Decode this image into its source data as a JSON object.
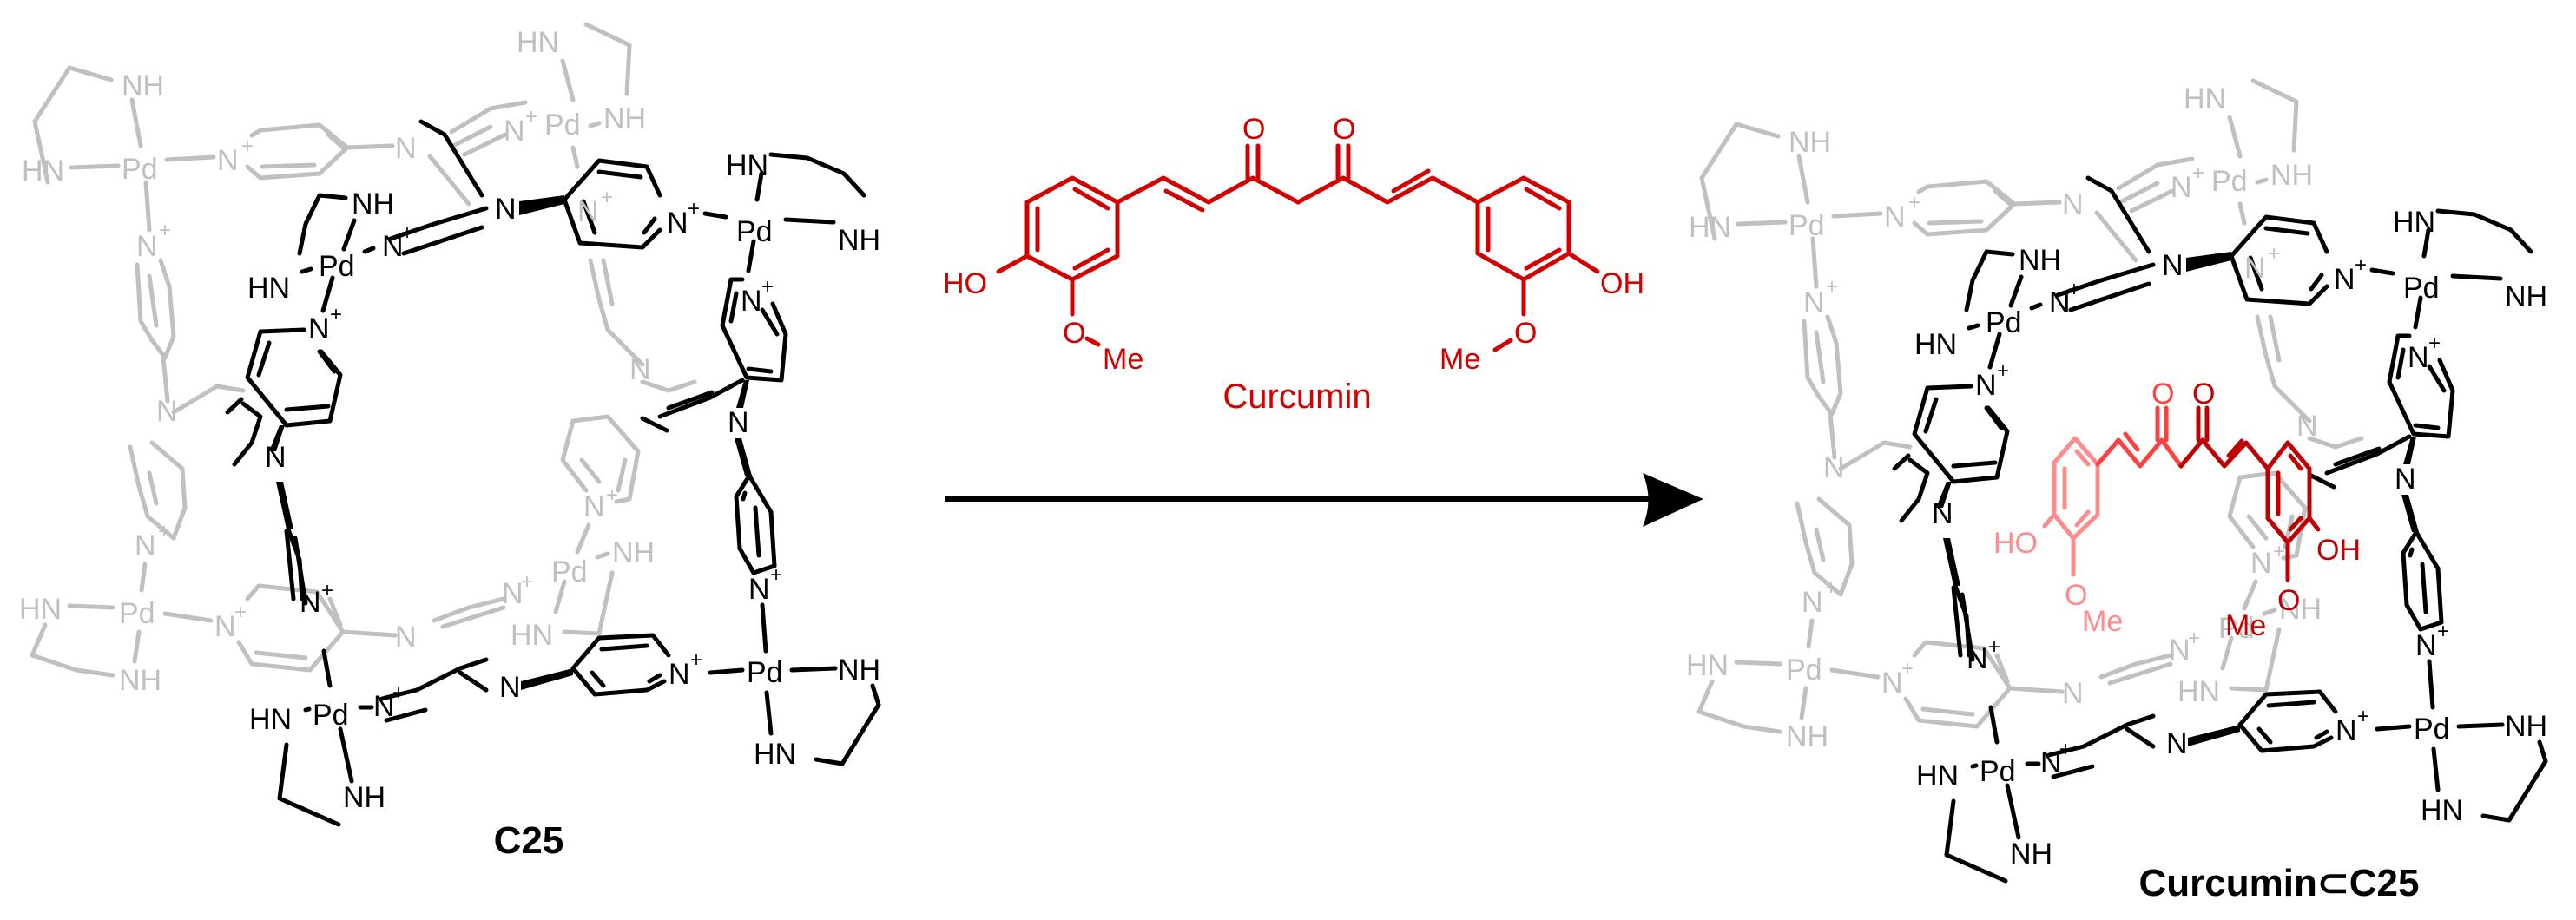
{
  "colors": {
    "cage_front": "#000000",
    "cage_back": "#c0c0c0",
    "curcumin": "#d40000",
    "guest_left": "#ff8c8c",
    "guest_mid": "#ff4040",
    "guest_right": "#c00000",
    "arrow": "#000000"
  },
  "atoms": {
    "pd": "Pd",
    "nh": "NH",
    "hn": "HN",
    "n": "N",
    "n_plus": "N",
    "plus": "+",
    "o": "O",
    "ho": "HO",
    "oh": "OH",
    "me": "Me"
  },
  "reactant_cage": {
    "label": "C25"
  },
  "reagent": {
    "name": "Curcumin",
    "groups": [
      "HO",
      "O",
      "Me",
      "O",
      "O",
      "OH",
      "O",
      "Me"
    ]
  },
  "reaction_arrow": {
    "direction": "right"
  },
  "product": {
    "label": "Curcumin⊂C25"
  }
}
